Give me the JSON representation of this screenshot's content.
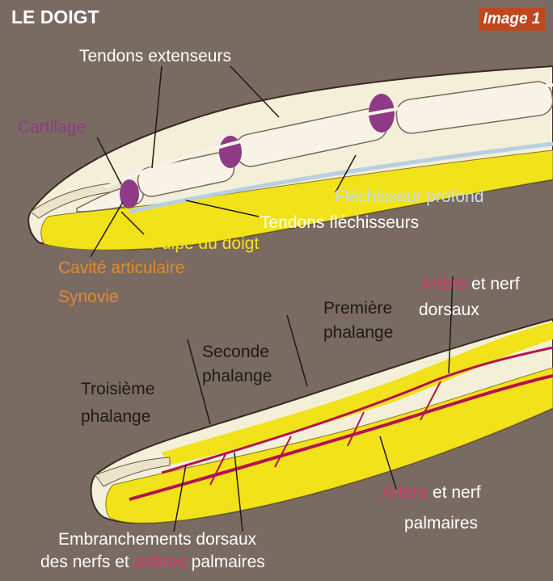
{
  "title": "LE DOIGT",
  "badge": "Image 1",
  "colors": {
    "background": "#7a6b62",
    "bone": "#f3efd9",
    "pulp": "#f2e21a",
    "cartilage": "#8e3a86",
    "artery": "#b5124f",
    "white_label": "#ffffff",
    "yellow_label": "#f5e21b",
    "orange_label": "#e08a2e",
    "blue_label": "#c9dcef",
    "pink_label": "#d6386e"
  },
  "labels": {
    "tendons_extenseurs": "Tendons extenseurs",
    "cartilage": "Cartilage",
    "flechisseur_profond": "Fléchisseur profond",
    "tendons_flechisseurs": "Tendons fléchisseurs",
    "pulpe": "Pulpe du doigt",
    "cavite": "Cavité articulaire",
    "synovie": "Synovie",
    "artere_dorsal_a": "Artère",
    "artere_dorsal_b": " et nerf",
    "dorsaux": "dorsaux",
    "premiere_1": "Première",
    "premiere_2": "phalange",
    "seconde_1": "Seconde",
    "seconde_2": "phalange",
    "troisieme_1": "Troisième",
    "troisieme_2": "phalange",
    "artere_palm_a": "Artère",
    "artere_palm_b": " et nerf",
    "palmaires": "palmaires",
    "embr_1": "Embranchements dorsaux",
    "embr_2a": "des nerfs et ",
    "embr_2b": "artères",
    "embr_2c": " palmaires"
  }
}
